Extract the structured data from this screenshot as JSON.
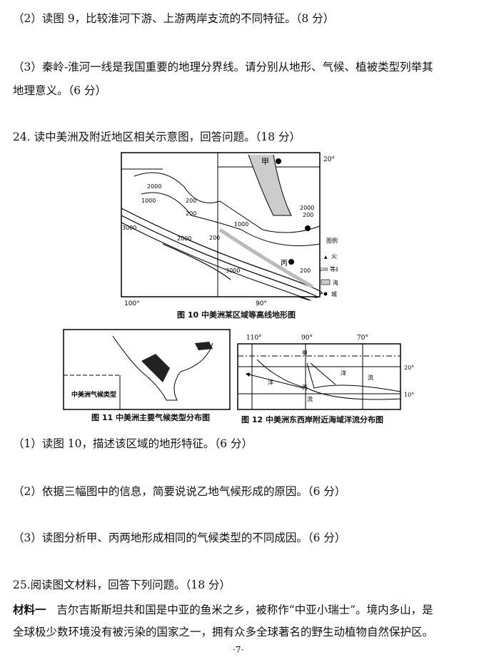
{
  "questions": {
    "q23_2": "（2）读图 9，比较淮河下游、上游两岸支流的不同特征。（8 分）",
    "q23_3a": "（3）秦岭-淮河一线是我国重要的地理分界线。请分别从地形、气候、植被类型列举其",
    "q23_3b": "地理意义。（6 分）",
    "q24": "24. 读中美洲及附近地区相关示意图，回答问题。（18 分）",
    "q24_1": "（1）读图 10，描述该区域的地形特征。（6 分）",
    "q24_2": "（2）依据三幅图中的信息，简要说说乙地气候形成的原因。（6 分）",
    "q24_3": "（3）读图分析甲、丙两地形成相同的气候类型的不同成因。（6 分）",
    "q25": "25.阅读图文材料，回答下列问题。（18 分）",
    "m1_label": "材料一",
    "m1_a": "吉尔吉斯斯坦共和国是中亚的鱼米之乡，被称作“中亚小瑞士”。境内多山，是",
    "m1_b": "全球极少数环境没有被污染的国家之一，拥有众多全球著名的野生动植物自然保护区。"
  },
  "fig10": {
    "caption": "图 10 中美洲某区域等高线地形图",
    "lat": "20°",
    "lon_left": "100°",
    "lon_mid": "90°",
    "contours": [
      "2000",
      "1000",
      "200",
      "200",
      "1000",
      "200",
      "2000",
      "3000",
      "2000",
      "200",
      "3000",
      "200"
    ],
    "jia": "甲",
    "bing": "丙",
    "legend": {
      "title": "图例",
      "volcano": "火山",
      "contour_sample": "200",
      "contour": "等高线",
      "sea": "海域",
      "city": "城市"
    }
  },
  "fig11": {
    "caption": "图 11 中美洲主要气候类型分布图",
    "box": "中美洲气候类型"
  },
  "fig12": {
    "caption": "图 12 中美洲东西岸附近海域洋流分布图",
    "lon1": "110°",
    "lon2": "90°",
    "lon3": "70°",
    "lat1": "20°",
    "lat2": "10°",
    "jia": "甲",
    "bing": "丙",
    "yang1": "洋",
    "yang2": "洋",
    "liu1": "流",
    "liu2": "流"
  },
  "page_number": "·7·"
}
